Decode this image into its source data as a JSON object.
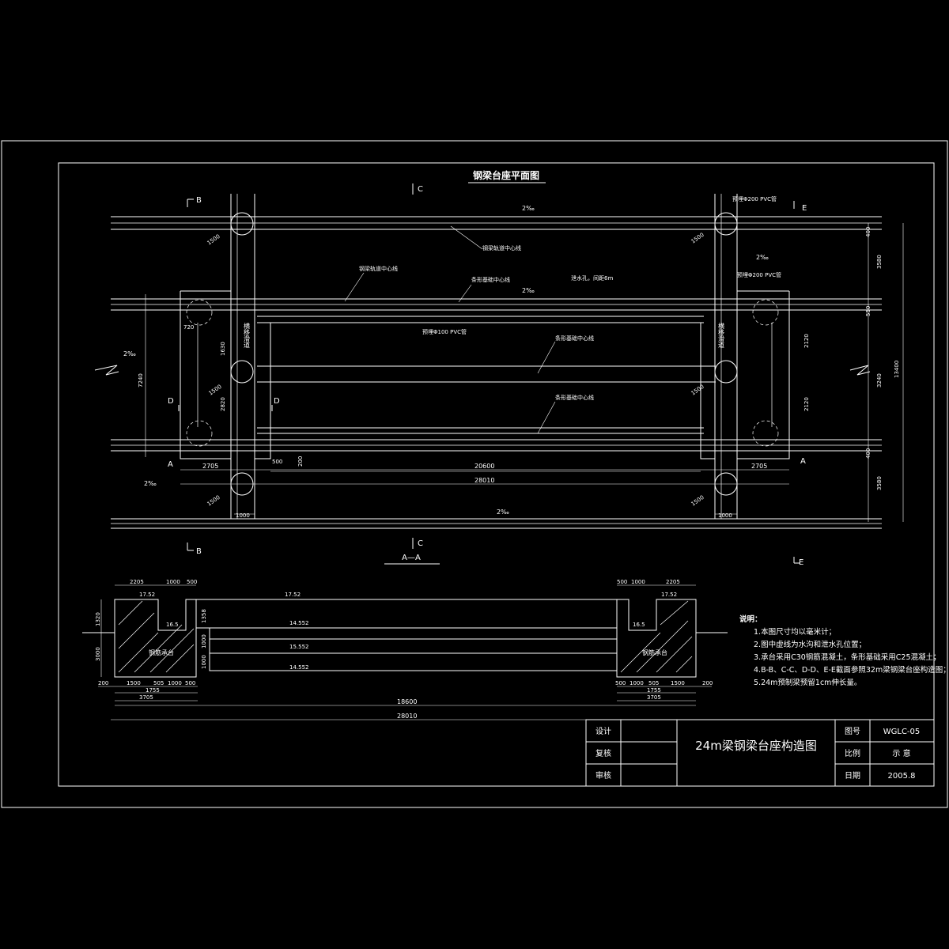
{
  "plan": {
    "title": "钢梁台座平面图",
    "slope_top": "2‰",
    "slope_mid": "2‰",
    "slope_right": "2‰",
    "slope_left": "2‰",
    "slope_bottom_left": "2‰",
    "slope_bottom": "2‰",
    "pvc_top": "预埋Φ200 PVC管",
    "pvc_mid": "预埋Φ200 PVC管",
    "pvc_small": "预埋Φ100 PVC管",
    "track_center_1": "钢梁轨道中心线",
    "track_center_2": "钢梁轨道中心线",
    "strip_center_1": "条形基础中心线",
    "strip_center_2": "条形基础中心线",
    "strip_center_3": "条形基础中心线",
    "drain_holes": "泄水孔，间距6m",
    "lateral_track": "横移滑道",
    "sections": {
      "B": "B",
      "C": "C",
      "D": "D",
      "E": "E",
      "A": "A"
    },
    "dims": {
      "d1500": "1500",
      "d720": "720",
      "d1630": "1630",
      "d2820": "2820",
      "d7240": "7240",
      "d2705": "2705",
      "d500": "500",
      "d200": "200",
      "d20600": "20600",
      "d28010": "28010",
      "d1000": "1000",
      "d400": "400",
      "d3580": "3580",
      "d3240": "3240",
      "d13400": "13400",
      "d550": "550",
      "d2120": "2120"
    }
  },
  "section": {
    "title": "A—A",
    "elev_1": "17.52",
    "elev_2": "17.52",
    "elev_3": "17.52",
    "elev_4": "16.5",
    "elev_5": "16.5",
    "elev_6": "14.552",
    "elev_7": "15.552",
    "elev_8": "14.552",
    "label_left": "钢筋承台",
    "label_right": "钢筋承台",
    "dims": {
      "d2205": "2205",
      "d1000": "1000",
      "d500": "500",
      "d1320": "1320",
      "d3000": "3000",
      "d200": "200",
      "d1500": "1500",
      "d505": "505",
      "d1755": "1755",
      "d3705": "3705",
      "d18600": "18600",
      "d28010": "28010",
      "d1358": "1358",
      "d1000b": "1000"
    }
  },
  "notes": {
    "title": "说明：",
    "items": [
      "1.本图尺寸均以毫米计；",
      "2.图中虚线为水沟和泄水孔位置；",
      "3.承台采用C30钢筋混凝土，条形基础采用C25混凝土；",
      "4.B-B、C-C、D-D、E-E截面参照32m梁钢梁台座构造图；",
      "5.24m预制梁预留1cm伸长量。"
    ]
  },
  "title_block": {
    "design": "设计",
    "review": "复核",
    "audit": "审核",
    "drawing_title": "24m梁钢梁台座构造图",
    "drawing_no_label": "图号",
    "drawing_no": "WGLC-05",
    "scale_label": "比例",
    "scale": "示 意",
    "date_label": "日期",
    "date": "2005.8"
  }
}
